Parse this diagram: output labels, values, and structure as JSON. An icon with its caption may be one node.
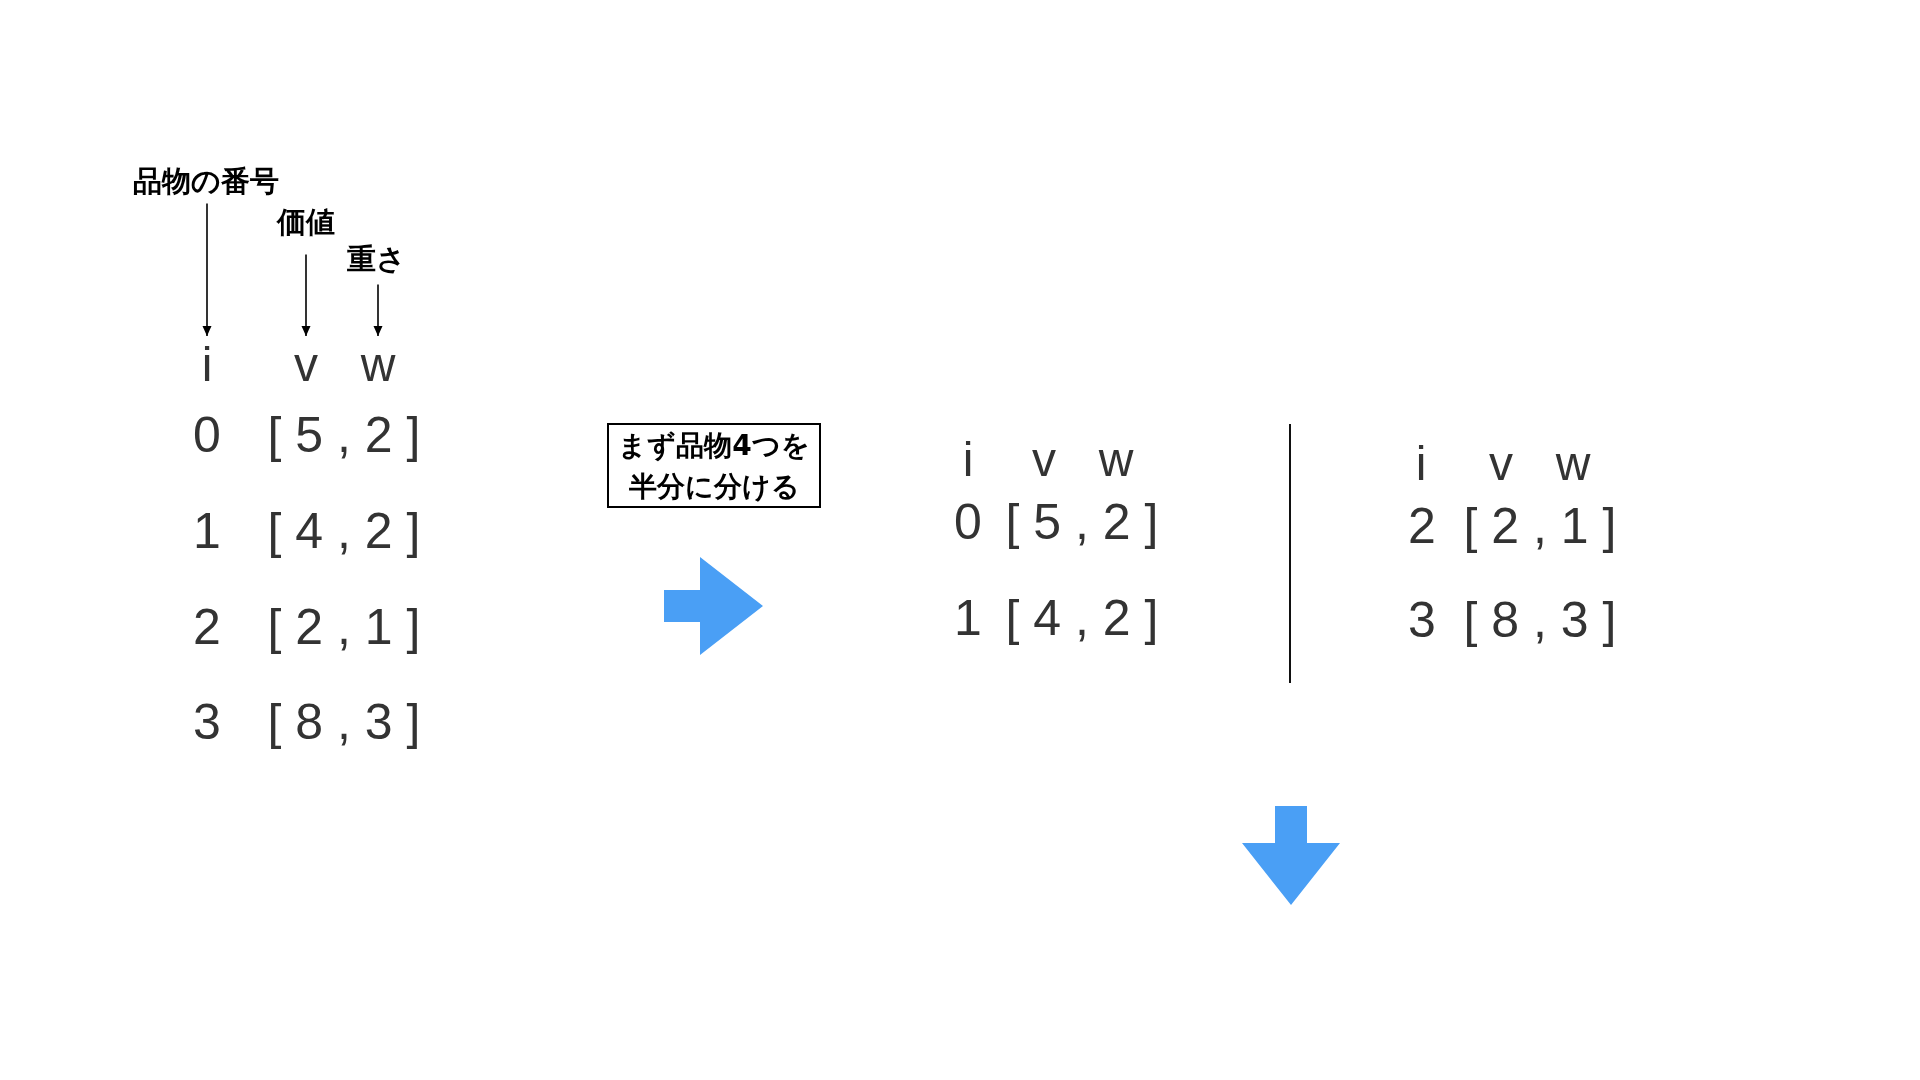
{
  "diagram": {
    "nodes": [
      {
        "text": [
          "品物の番号"
        ]
      },
      {
        "text": [
          "価値"
        ]
      },
      {
        "text": [
          "重さ"
        ]
      },
      {
        "text": [
          "i"
        ]
      },
      {
        "text": [
          "v"
        ]
      },
      {
        "text": [
          "w"
        ]
      },
      {
        "text": [
          "まず品物4つを半分に分ける"
        ]
      }
    ],
    "edges": [
      {
        "from": 0,
        "to": 3,
        "arrow": "to"
      },
      {
        "from": 1,
        "to": 4,
        "arrow": "to"
      },
      {
        "from": 2,
        "to": 5,
        "arrow": "to"
      }
    ],
    "labels": [
      "0",
      "[ 5 , 2 ]",
      "1",
      "[ 4 , 2 ]",
      "2",
      "[ 2 , 1 ]",
      "3",
      "[ 8 , 3 ]",
      "i",
      "v",
      "w",
      "0",
      "[ 5 , 2 ]",
      "1",
      "[ 4 , 2 ]",
      "i",
      "v",
      "w",
      "2",
      "[ 2 , 1 ]",
      "3",
      "[ 8 , 3 ]"
    ]
  }
}
